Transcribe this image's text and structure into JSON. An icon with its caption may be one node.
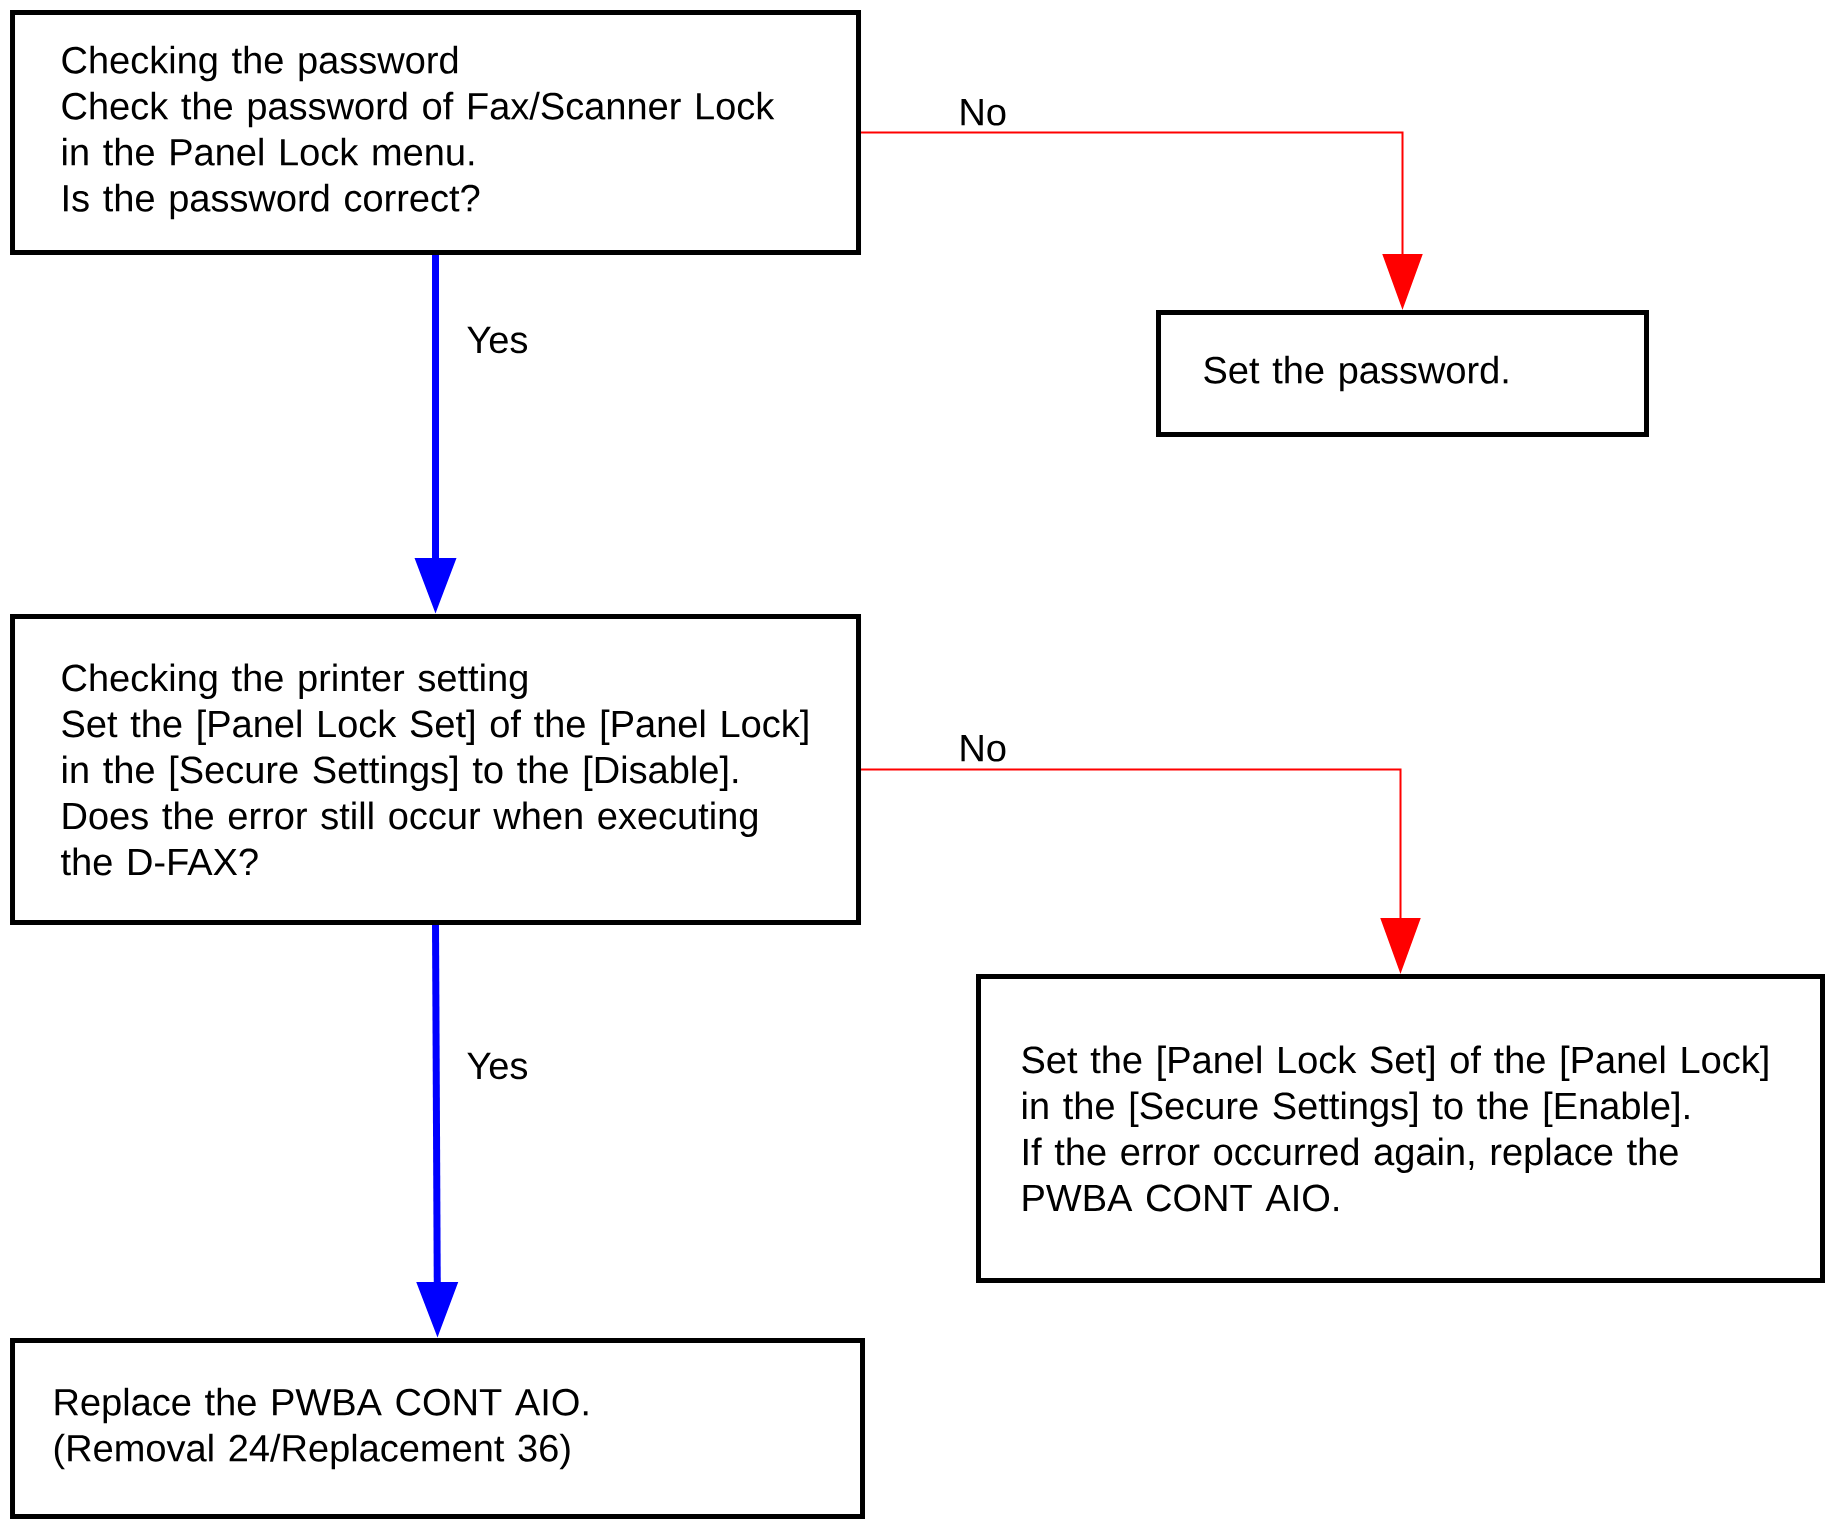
{
  "diagram": {
    "nodes": [
      {
        "text": [
          "Checking the password",
          "Check the password of Fax/Scanner Lock in the Panel Lock menu.",
          "Is the password correct?"
        ]
      },
      {
        "text": [
          "Set the password."
        ]
      },
      {
        "text": [
          "Checking the printer setting",
          "Set the [Panel Lock Set] of the [Panel Lock] in the [Secure Settings] to the [Disable].",
          "Does the error still occur when executing the D-FAX?"
        ]
      },
      {
        "text": [
          "Set the [Panel Lock Set] of the [Panel Lock] in the [Secure Settings] to the [Enable].",
          "If the error occurred again, replace the PWBA CONT AIO."
        ]
      },
      {
        "text": [
          "Replace the PWBA CONT AIO.",
          "(Removal 24/Replacement 36)"
        ]
      }
    ],
    "edges": [
      {
        "from": 0,
        "to": 1,
        "arrow": "to",
        "label": "No",
        "color": "#ff0000"
      },
      {
        "from": 0,
        "to": 2,
        "arrow": "to",
        "label": "Yes",
        "style": "thick",
        "color": "#0000ff"
      },
      {
        "from": 2,
        "to": 3,
        "arrow": "to",
        "label": "No",
        "color": "#ff0000"
      },
      {
        "from": 2,
        "to": 4,
        "arrow": "to",
        "label": "Yes",
        "style": "thick",
        "color": "#0000ff"
      }
    ]
  }
}
